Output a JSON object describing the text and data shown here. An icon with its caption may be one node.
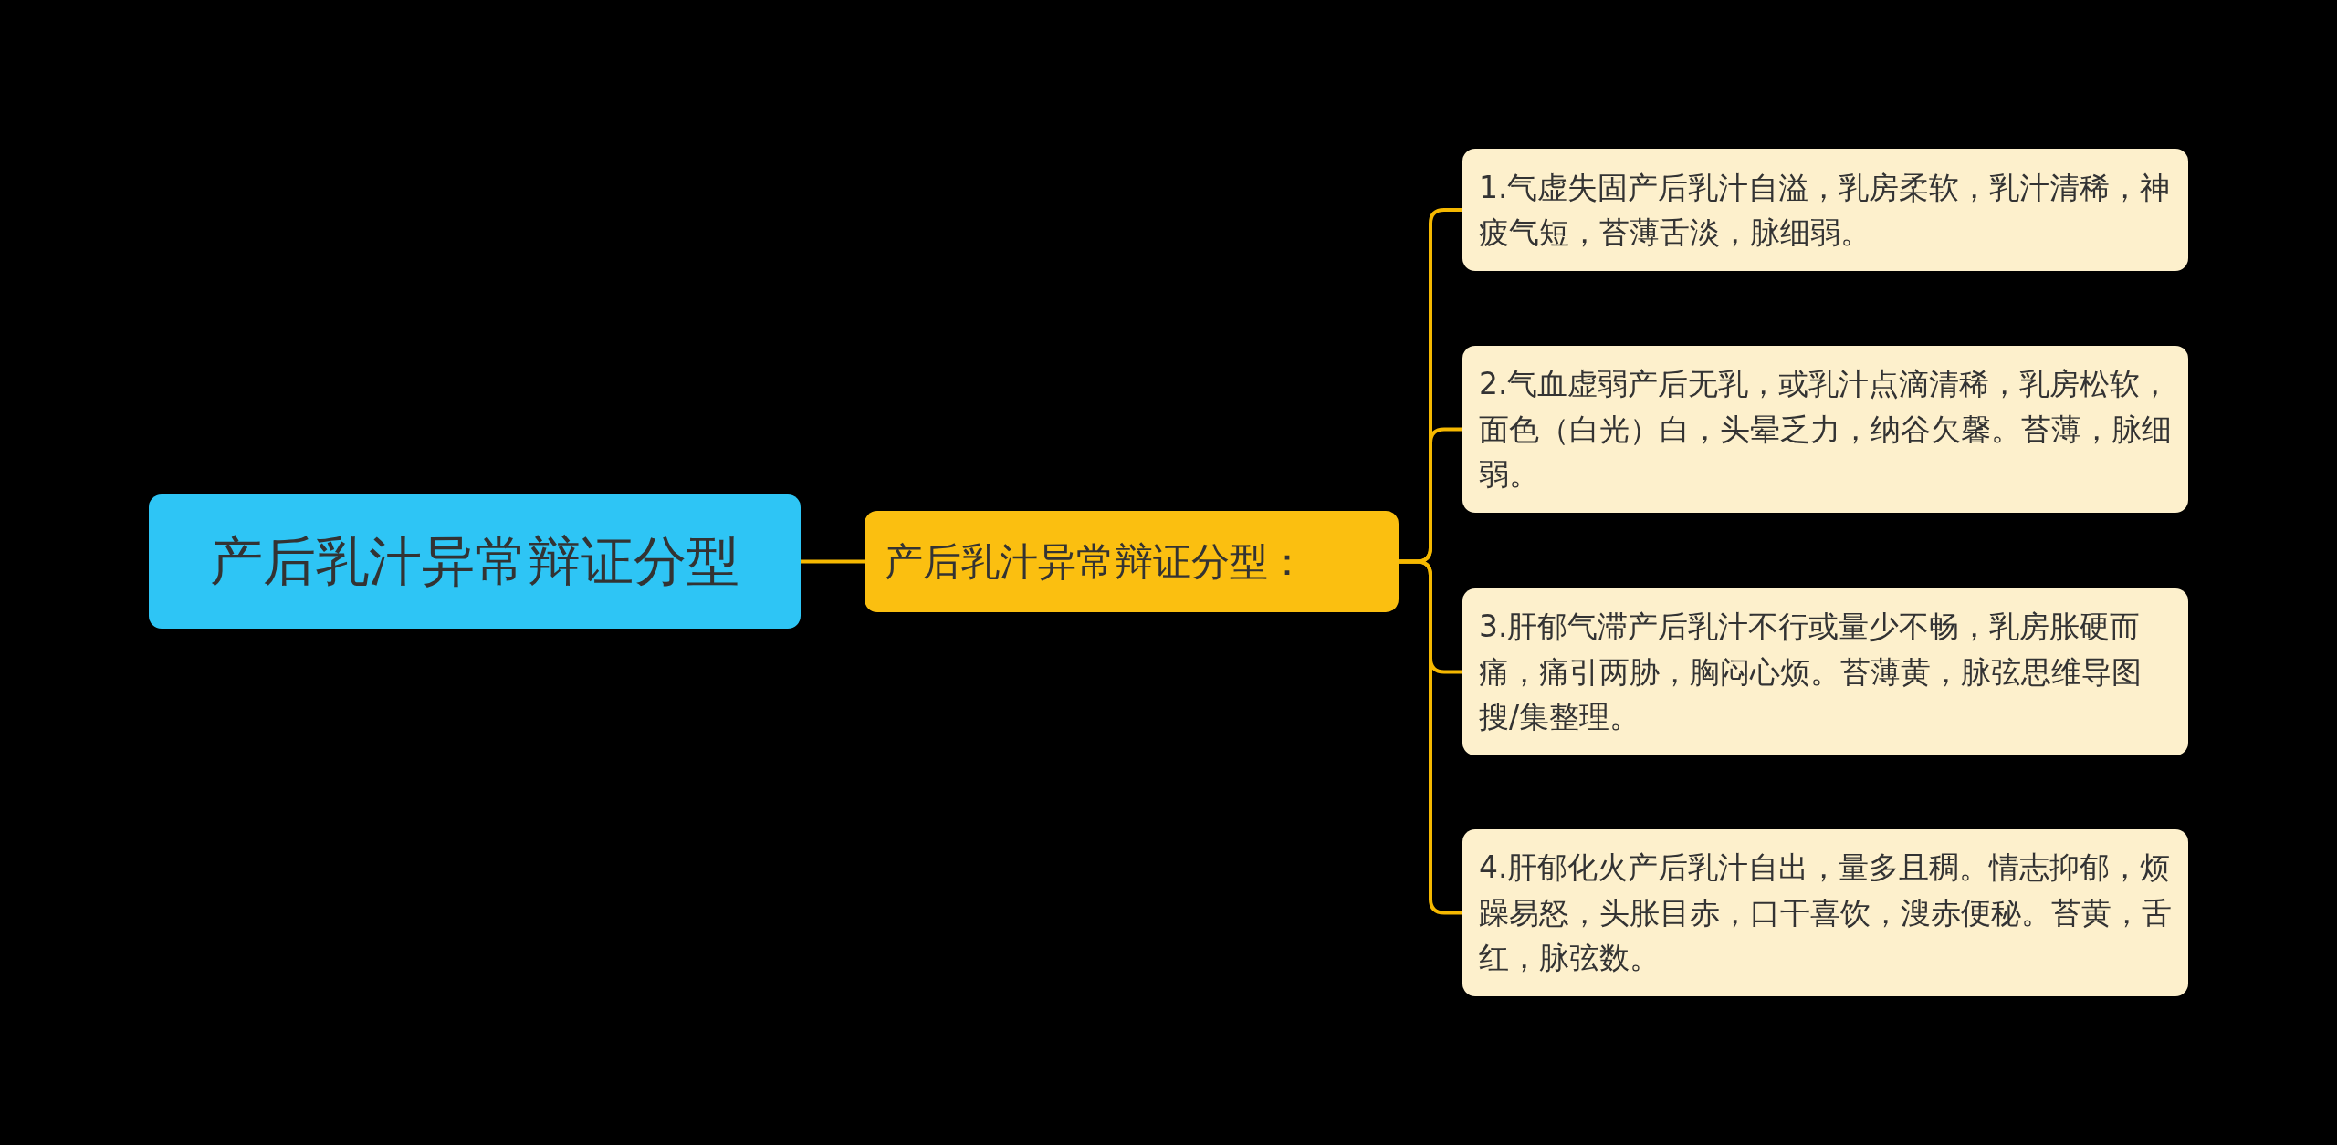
{
  "diagram": {
    "nodes": [
      {
        "text": [
          "产后乳汁异常辩证分型"
        ]
      },
      {
        "text": [
          "产后乳汁异常辩证分型："
        ]
      },
      {
        "text": [
          "1.气虚失固产后乳汁自溢，乳房柔软，乳汁清稀，神疲气短，苔薄舌淡，脉细弱。"
        ]
      },
      {
        "text": [
          "2.气血虚弱产后无乳，或乳汁点滴清稀，乳房松软，面色（白光）白，头晕乏力，纳谷欠馨。苔薄，脉细弱。"
        ]
      },
      {
        "text": [
          "3.肝郁气滞产后乳汁不行或量少不畅，乳房胀硬而痛，痛引两胁，胸闷心烦。苔薄黄，脉弦思维导图搜/集整理。"
        ]
      },
      {
        "text": [
          "4.肝郁化火产后乳汁自出，量多且稠。情志抑郁，烦躁易怒，头胀目赤，口干喜饮，溲赤便秘。苔黄，舌红，脉弦数。"
        ]
      }
    ],
    "edges": [
      {
        "from": 0,
        "to": 1,
        "arrow": "none"
      },
      {
        "from": 1,
        "to": 2,
        "arrow": "none"
      },
      {
        "from": 1,
        "to": 3,
        "arrow": "none"
      },
      {
        "from": 1,
        "to": 4,
        "arrow": "none"
      },
      {
        "from": 1,
        "to": 5,
        "arrow": "none"
      }
    ]
  }
}
